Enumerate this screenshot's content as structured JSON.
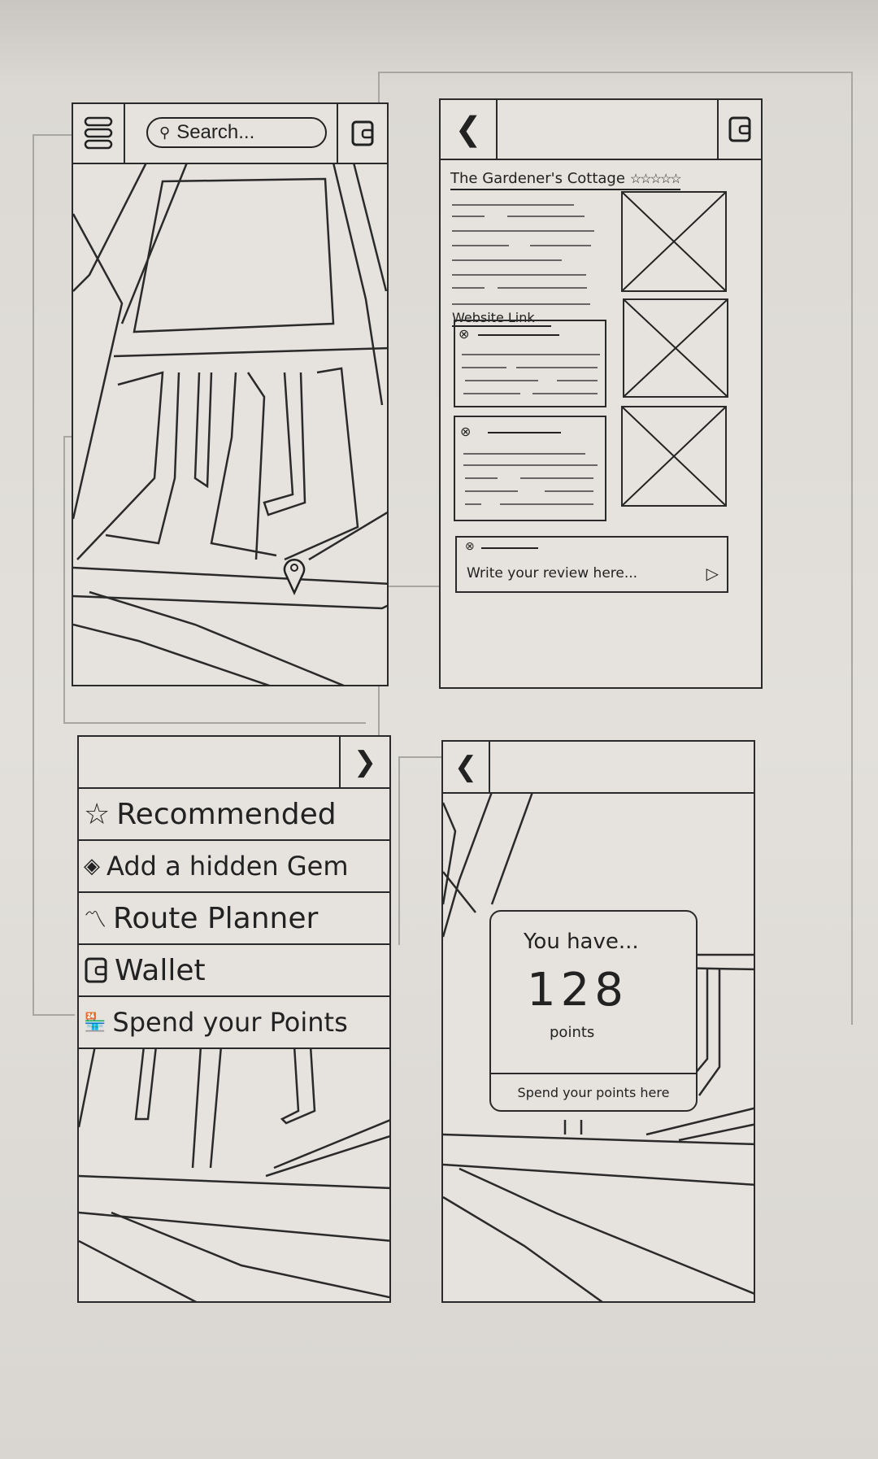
{
  "screen_map": {
    "search_placeholder": "Search...",
    "icons": [
      "menu-icon",
      "search-icon",
      "wallet-icon",
      "location-pin-icon"
    ]
  },
  "screen_place": {
    "title": "The Gardener's Cottage",
    "rating_stars": 5,
    "website_link": "Website Link",
    "review_input_placeholder": "Write your review here...",
    "icons": [
      "back-chevron-icon",
      "wallet-icon",
      "avatar-icon",
      "send-icon",
      "image-placeholder-icon"
    ]
  },
  "screen_menu": {
    "items": [
      {
        "label": "Recommended",
        "icon": "star-icon"
      },
      {
        "label": "Add a hidden Gem",
        "icon": "gem-icon"
      },
      {
        "label": "Route Planner",
        "icon": "route-icon"
      },
      {
        "label": "Wallet",
        "icon": "wallet-icon"
      },
      {
        "label": "Spend your Points",
        "icon": "shop-icon"
      }
    ]
  },
  "screen_wallet": {
    "heading": "You have...",
    "points_value": "128",
    "points_unit": "points",
    "spend_link": "Spend your points here"
  }
}
